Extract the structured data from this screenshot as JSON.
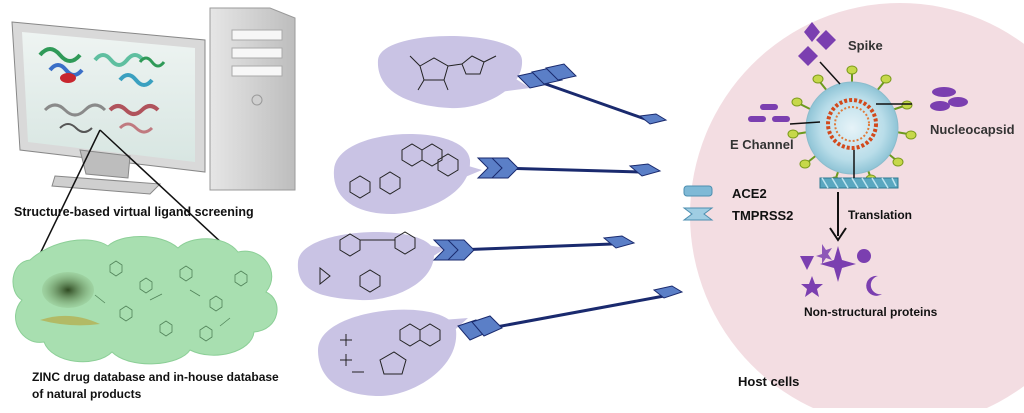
{
  "labels": {
    "screening": "Structure-based virtual ligand screening",
    "database_line1": "ZINC drug database and in-house database",
    "database_line2": "of natural products",
    "host_cells": "Host cells",
    "spike": "Spike",
    "e_channel": "E Channel",
    "nucleocapsid": "Nucleocapsid",
    "ace2": "ACE2",
    "tmprss2": "TMPRSS2",
    "translation": "Translation",
    "non_structural": "Non-structural proteins"
  },
  "colors": {
    "host_cell": "#f3dde2",
    "bubble": "#c9c3e4",
    "cloud": "#a8dfb0",
    "arrow": "#1a2a6e",
    "arrow_head": "#5b7fc7",
    "purple": "#7b3fb0",
    "ace2": "#7fb9d6"
  },
  "icons": [
    "computer-icon",
    "spike-icon",
    "virus-icon",
    "rna-strand-icon",
    "non-structural-protein-icon"
  ]
}
